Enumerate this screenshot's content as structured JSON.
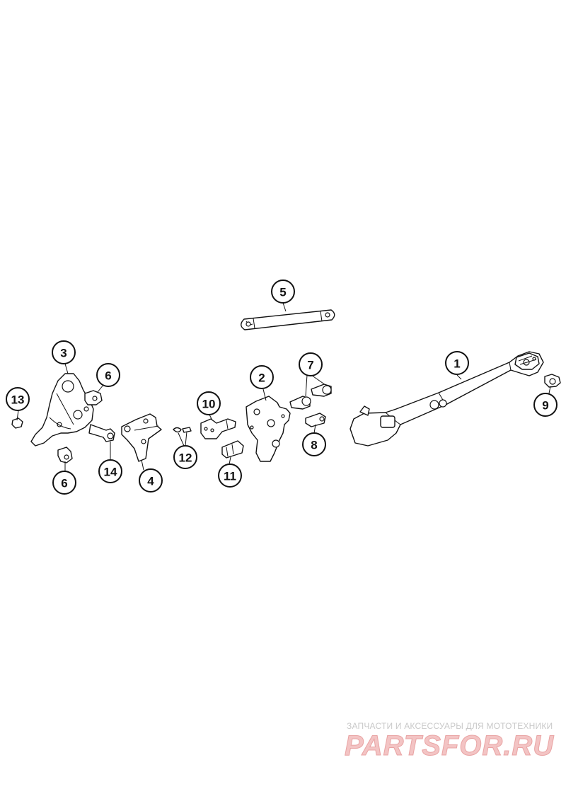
{
  "callouts": [
    "1",
    "2",
    "3",
    "4",
    "5",
    "6",
    "6",
    "7",
    "8",
    "9",
    "10",
    "11",
    "12",
    "13",
    "14"
  ],
  "colors": {
    "line": "#111111",
    "background": "#ffffff",
    "watermark_text": "#c9c9c9",
    "watermark_logo": "#f3c4c4"
  },
  "watermark": {
    "tagline": "ЗАПЧАСТИ И АКСЕССУАРЫ ДЛЯ МОТОТЕХНИКИ",
    "logo": "PARTSFOR.RU"
  }
}
